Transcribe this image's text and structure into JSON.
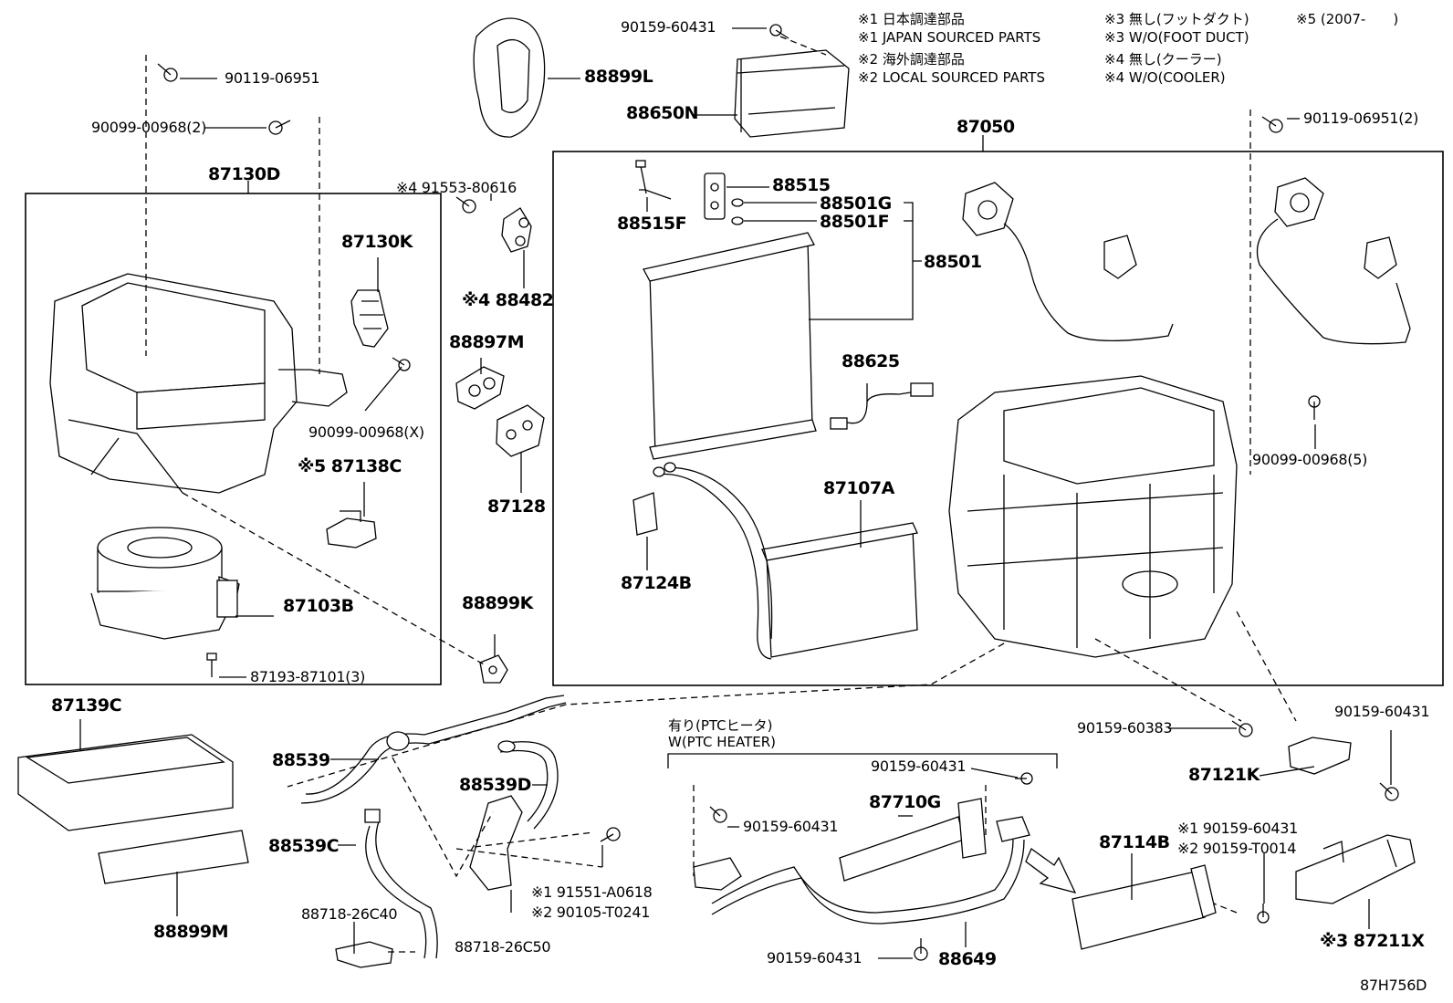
{
  "legend": {
    "row1a": "※1 日本調達部品",
    "row1b": "※1 JAPAN SOURCED PARTS",
    "row2a": "※2 海外調達部品",
    "row2b": "※2 LOCAL SOURCED PARTS",
    "row3a": "※3 無し(フットダクト)",
    "row3b": "※3 W/O(FOOT DUCT)",
    "row4a": "※4 無し(クーラー)",
    "row4b": "※4 W/O(COOLER)",
    "row5": "※5 (2007-　　)"
  },
  "ptc": {
    "jp": "有り(PTCヒータ)",
    "en": "W(PTC HEATER)"
  },
  "labels": {
    "p90159_60431_top": "90159-60431",
    "p88899L": "88899L",
    "p88650N": "88650N",
    "p90119_06951": "90119-06951",
    "p90099_00968_2": "90099-00968(2)",
    "p87130D": "87130D",
    "p91553_80616": "※4 91553-80616",
    "p87130K": "87130K",
    "p88482": "※4 88482",
    "p88897M": "88897M",
    "p90099_00968_X": "90099-00968(X)",
    "p87138C": "※5 87138C",
    "p87128": "87128",
    "p87103B": "87103B",
    "p87193_87101": "87193-87101(3)",
    "p88899K": "88899K",
    "p87050": "87050",
    "p90119_06951_2": "90119-06951(2)",
    "p88515": "88515",
    "p88515F": "88515F",
    "p88501G": "88501G",
    "p88501F": "88501F",
    "p88501": "88501",
    "p88625": "88625",
    "p90099_00968_5": "90099-00968(5)",
    "p87107A": "87107A",
    "p87124B": "87124B",
    "p87139C": "87139C",
    "p88539": "88539",
    "p88539D": "88539D",
    "p88539C": "88539C",
    "p88718_26C40": "88718-26C40",
    "p88718_26C50": "88718-26C50",
    "p91551_A0618": "※1 91551-A0618",
    "p90105_T0241": "※2 90105-T0241",
    "p88899M": "88899M",
    "p90159_60383": "90159-60383",
    "p90159_60431_r": "90159-60431",
    "p87121K": "87121K",
    "p90159_60431_ptc1": "90159-60431",
    "p90159_60431_ptc2": "90159-60431",
    "p87710G": "87710G",
    "p90159_60431_bot": "90159-60431",
    "p88649": "88649",
    "p87114B": "87114B",
    "p90159_60431_s1": "※1 90159-60431",
    "p90159_T0014": "※2 90159-T0014",
    "p87211X": "※3 87211X",
    "figure_id": "87H756D"
  }
}
